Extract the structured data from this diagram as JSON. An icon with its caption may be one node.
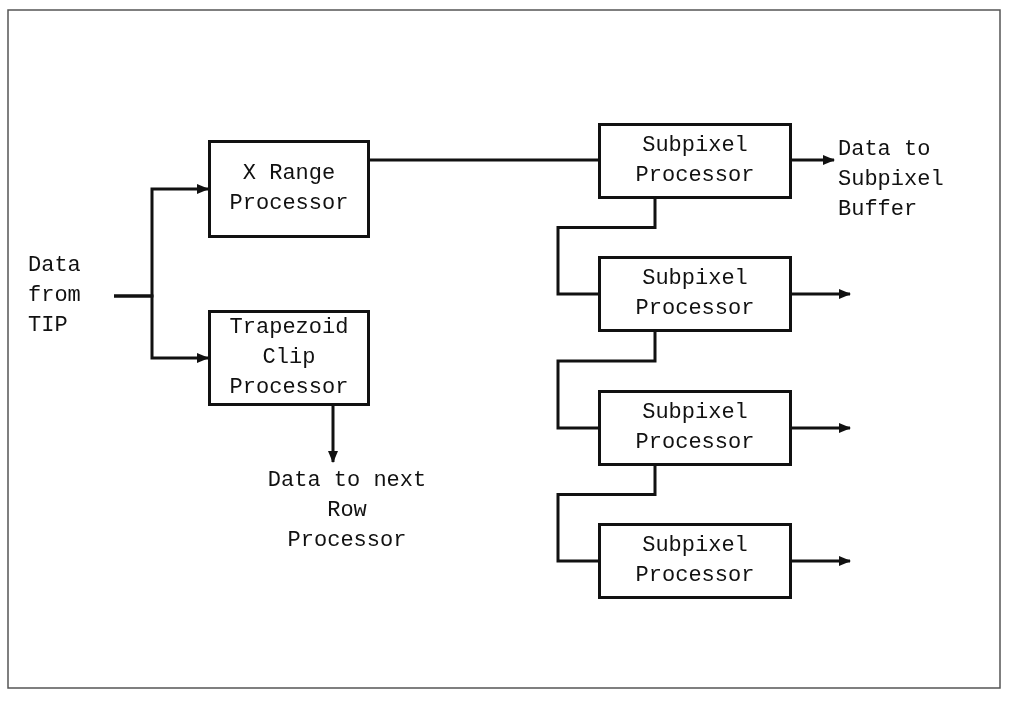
{
  "diagram": {
    "nodes": [
      {
        "text": [
          "Data from TIP"
        ]
      },
      {
        "text": [
          "X Range Processor"
        ]
      },
      {
        "text": [
          "Trapezoid Clip Processor"
        ]
      },
      {
        "text": [
          "Data to next Row Processor"
        ]
      },
      {
        "text": [
          "Subpixel Processor"
        ]
      },
      {
        "text": [
          "Subpixel Processor"
        ]
      },
      {
        "text": [
          "Subpixel Processor"
        ]
      },
      {
        "text": [
          "Subpixel Processor"
        ]
      },
      {
        "text": [
          "Data to Subpixel Buffer"
        ]
      }
    ],
    "edges": [
      {
        "from": 0,
        "to": 1,
        "arrow": "to"
      },
      {
        "from": 0,
        "to": 2,
        "arrow": "to"
      },
      {
        "from": 2,
        "to": 3,
        "arrow": "to"
      },
      {
        "from": 1,
        "to": 4,
        "arrow": "none"
      },
      {
        "from": 4,
        "to": 8,
        "arrow": "to"
      },
      {
        "from": 4,
        "to": 5,
        "arrow": "none"
      },
      {
        "from": 5,
        "to": 6,
        "arrow": "none"
      },
      {
        "from": 6,
        "to": 7,
        "arrow": "none"
      },
      {
        "from": 5,
        "to": null,
        "arrow": "to"
      },
      {
        "from": 6,
        "to": null,
        "arrow": "to"
      },
      {
        "from": 7,
        "to": null,
        "arrow": "to"
      }
    ]
  }
}
